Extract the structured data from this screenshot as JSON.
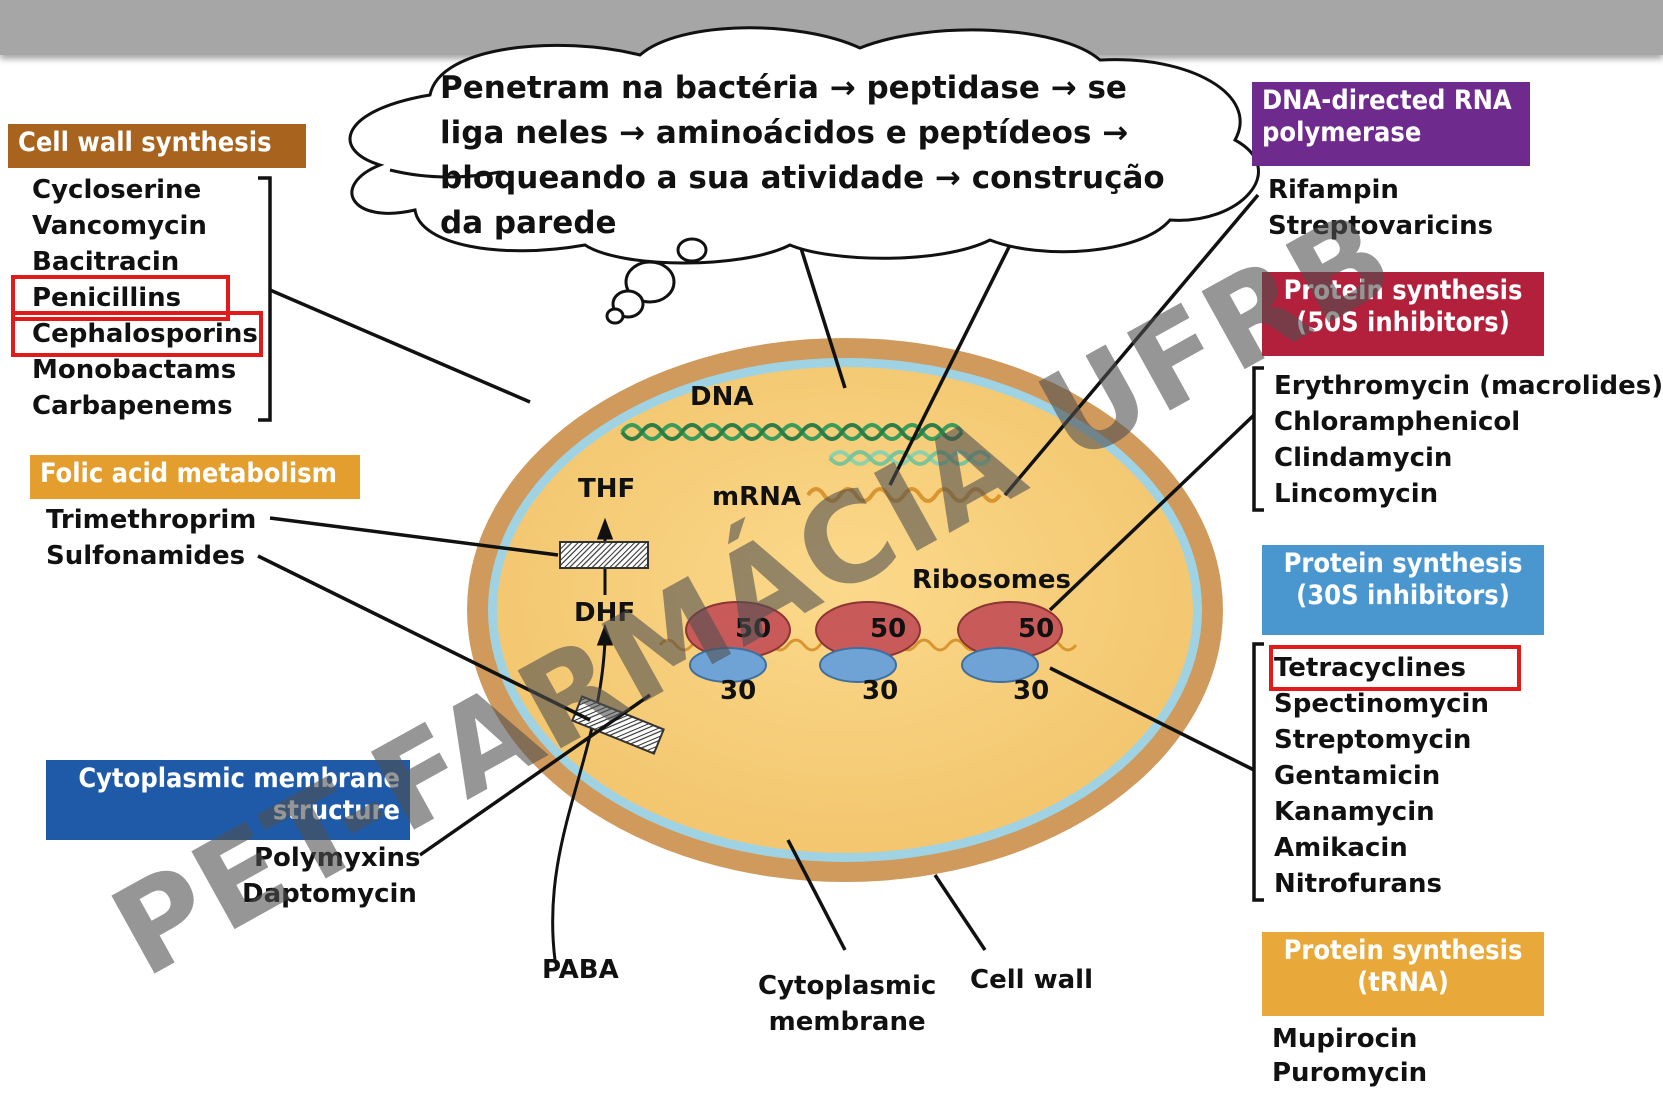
{
  "colors": {
    "cell_wall": "#a8631e",
    "folic": "#e39e2d",
    "membrane": "#1f5aa8",
    "rna_pol": "#6e2a8c",
    "ps50": "#b3203c",
    "ps30": "#4a97d0",
    "trna": "#e8a93a",
    "highlight": "#e21a1a"
  },
  "thought_bubble": {
    "line1": "Penetram na bactéria → peptidase → se",
    "line2": "liga neles → aminoácidos e peptídeos →",
    "line3": "bloqueando a sua atividade → construção",
    "line4": "da parede"
  },
  "cell_wall_synthesis": {
    "title": "Cell wall synthesis",
    "drugs": [
      "Cycloserine",
      "Vancomycin",
      "Bacitracin",
      "Penicillins",
      "Cephalosporins",
      "Monobactams",
      "Carbapenems"
    ],
    "highlighted": [
      "Penicillins",
      "Cephalosporins"
    ]
  },
  "folic_acid": {
    "title": "Folic acid metabolism",
    "drugs": [
      "Trimethroprim",
      "Sulfonamides"
    ]
  },
  "membrane_structure": {
    "title_line1": "Cytoplasmic membrane",
    "title_line2": "structure",
    "drugs": [
      "Polymyxins",
      "Daptomycin"
    ]
  },
  "rna_polymerase": {
    "title_line1": "DNA-directed RNA",
    "title_line2": "polymerase",
    "drugs": [
      "Rifampin",
      "Streptovaricins"
    ]
  },
  "protein_50s": {
    "title_line1": "Protein synthesis",
    "title_line2": "(50S inhibitors)",
    "drugs": [
      "Erythromycin (macrolides)",
      "Chloramphenicol",
      "Clindamycin",
      "Lincomycin"
    ]
  },
  "protein_30s": {
    "title_line1": "Protein synthesis",
    "title_line2": "(30S inhibitors)",
    "drugs": [
      "Tetracyclines",
      "Spectinomycin",
      "Streptomycin",
      "Gentamicin",
      "Kanamycin",
      "Amikacin",
      "Nitrofurans"
    ],
    "highlighted": [
      "Tetracyclines"
    ]
  },
  "protein_trna": {
    "title_line1": "Protein synthesis",
    "title_line2": "(tRNA)",
    "drugs": [
      "Mupirocin",
      "Puromycin"
    ]
  },
  "cell_labels": {
    "dna": "DNA",
    "mrna": "mRNA",
    "ribosomes": "Ribosomes",
    "thf": "THF",
    "dhf": "DHF",
    "paba": "PABA",
    "cytoplasmic_membrane_line1": "Cytoplasmic",
    "cytoplasmic_membrane_line2": "membrane",
    "cell_wall": "Cell wall",
    "r50": "50",
    "r30": "30"
  },
  "watermark": "PET-FARMÁCIA UFRB"
}
